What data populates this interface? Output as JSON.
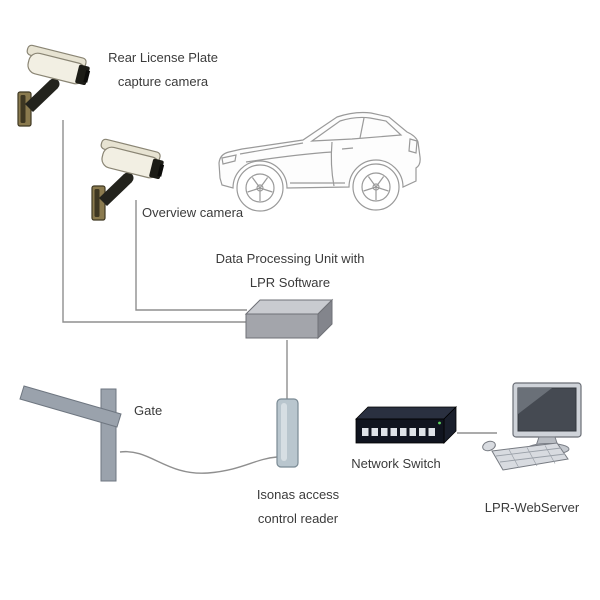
{
  "labels": {
    "rear_camera_line1": "Rear License Plate",
    "rear_camera_line2": "capture camera",
    "overview_camera": "Overview camera",
    "dpu_line1": "Data Processing Unit with",
    "dpu_line2": "LPR Software",
    "gate": "Gate",
    "network_switch": "Network Switch",
    "reader_line1": "Isonas access",
    "reader_line2": "control reader",
    "webserver": "LPR-WebServer"
  },
  "icons": {
    "rear_camera": "cctv-camera-icon",
    "overview_camera": "cctv-camera-icon",
    "vehicle": "car-outline-icon",
    "dpu": "processing-unit-box-icon",
    "gate": "barrier-gate-icon",
    "reader": "access-reader-icon",
    "network_switch": "ethernet-switch-icon",
    "webserver": "desktop-computer-icon"
  },
  "colors": {
    "background": "#ffffff",
    "connector_line": "#8f8f8f",
    "text": "#3b3b3b",
    "car_outline": "#9a9a9a",
    "camera_body": "#f2efe3",
    "camera_dark": "#23231d",
    "dpu_front": "#a3a5ab",
    "dpu_top": "#c9cbd0",
    "gate_gray": "#9aa2ac",
    "reader_fill": "#b9c6ce",
    "switch_dark": "#161b27",
    "monitor_frame": "#cfd3d9",
    "screen_dark": "#454a52"
  },
  "connections": [
    {
      "from": "rear-camera",
      "to": "data-processing-unit"
    },
    {
      "from": "overview-camera",
      "to": "data-processing-unit"
    },
    {
      "from": "data-processing-unit",
      "to": "access-reader"
    },
    {
      "from": "gate",
      "to": "access-reader"
    },
    {
      "from": "network-switch",
      "to": "webserver"
    }
  ]
}
